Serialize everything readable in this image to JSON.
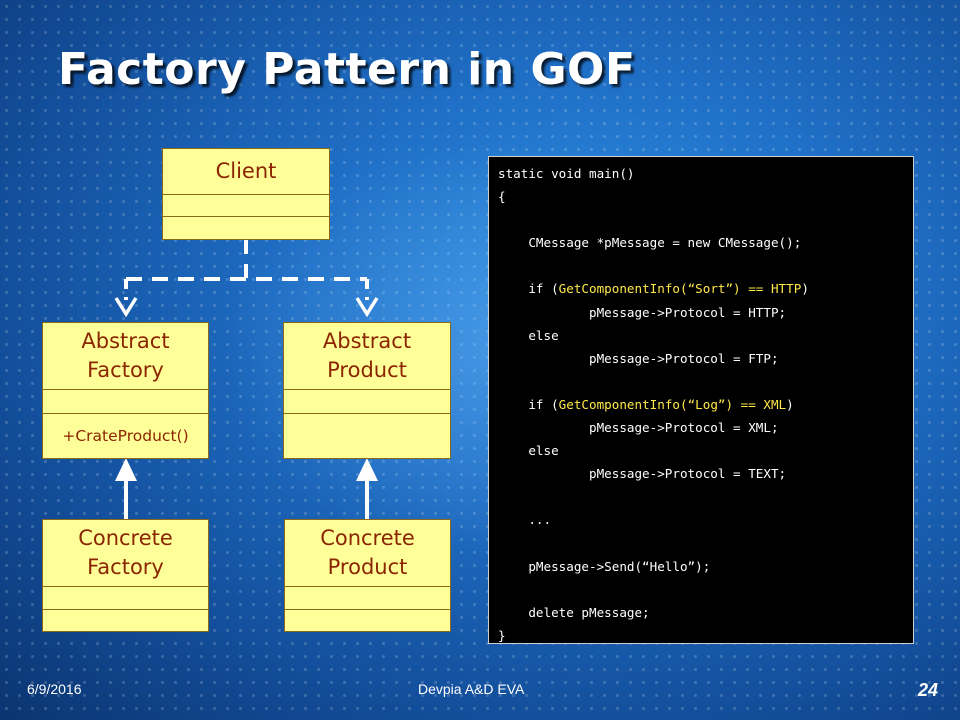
{
  "slide": {
    "title": "Factory Pattern in GOF",
    "footer_date": "6/9/2016",
    "footer_center": "Devpia A&D EVA",
    "page_number": "24"
  },
  "diagram": {
    "client": "Client",
    "abstract_factory": [
      "Abstract",
      "Factory"
    ],
    "abstract_factory_op": "+CrateProduct()",
    "abstract_product": [
      "Abstract",
      "Product"
    ],
    "concrete_factory": [
      "Concrete",
      "Factory"
    ],
    "concrete_product": [
      "Concrete",
      "Product"
    ]
  },
  "code": {
    "lines": [
      "static void main()",
      "{",
      "",
      "    CMessage *pMessage = new CMessage();",
      "",
      "    if (GetComponentInfo(“Sort”) == HTTP)",
      "            pMessage->Protocol = HTTP;",
      "    else",
      "            pMessage->Protocol = FTP;",
      "",
      "    if (GetComponentInfo(“Log”) == XML)",
      "            pMessage->Protocol = XML;",
      "    else",
      "            pMessage->Protocol = TEXT;",
      "",
      "    ...",
      "",
      "    pMessage->Send(“Hello”);",
      "",
      "    delete pMessage;",
      "}"
    ],
    "highlight_color": "#ffe94a"
  }
}
